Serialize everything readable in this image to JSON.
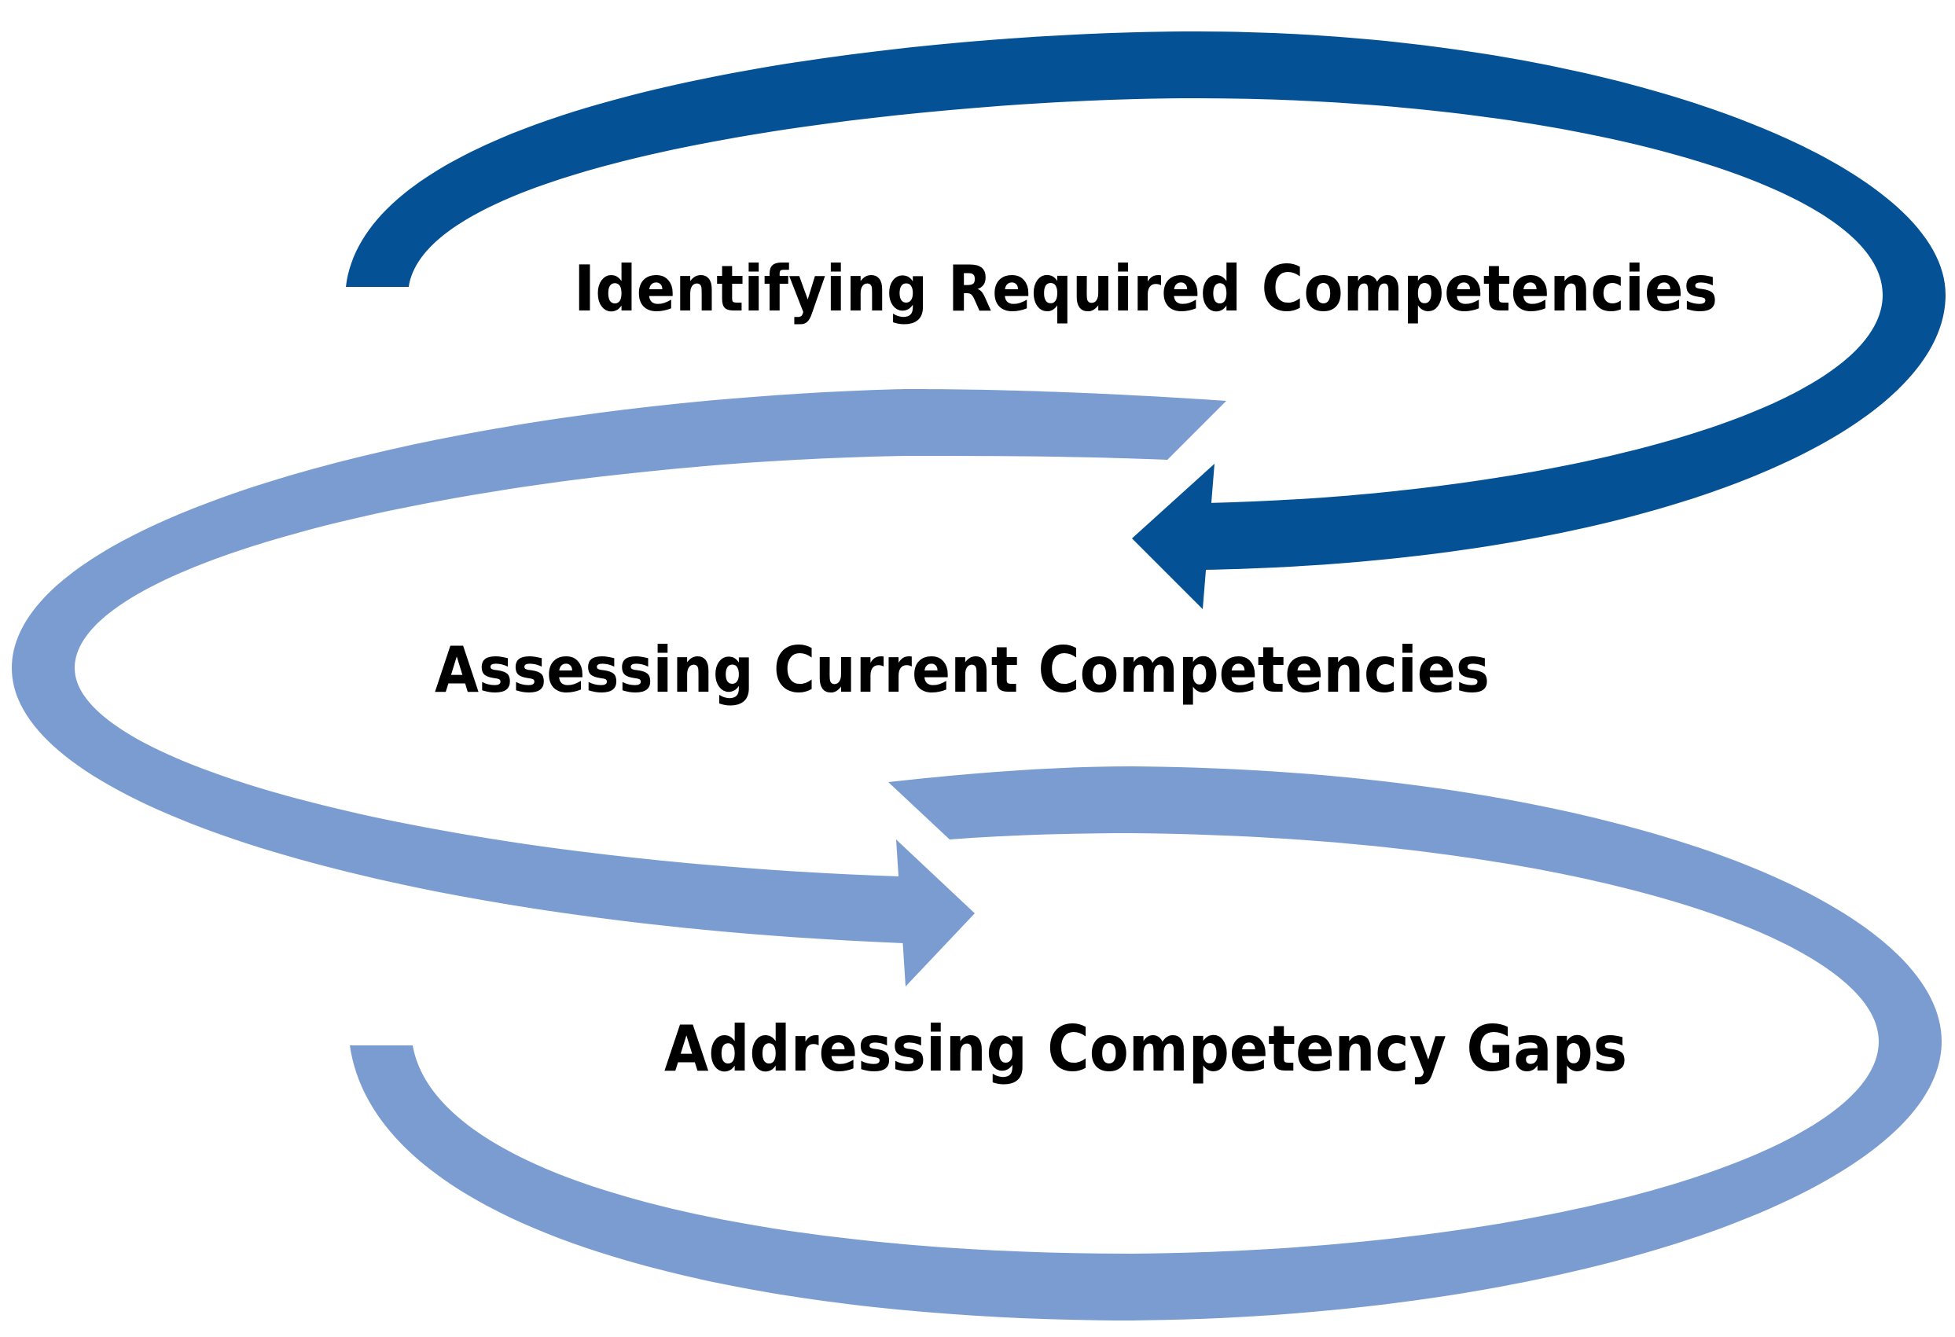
{
  "diagram": {
    "steps": [
      {
        "label": "Identifying Required Competencies"
      },
      {
        "label": "Assessing Current Competencies"
      },
      {
        "label": "Addressing Competency Gaps"
      }
    ]
  },
  "colors": {
    "primary_arrow": "#045295",
    "secondary_arrow": "#7B9CD1",
    "text": "#000000",
    "background": "#ffffff"
  }
}
